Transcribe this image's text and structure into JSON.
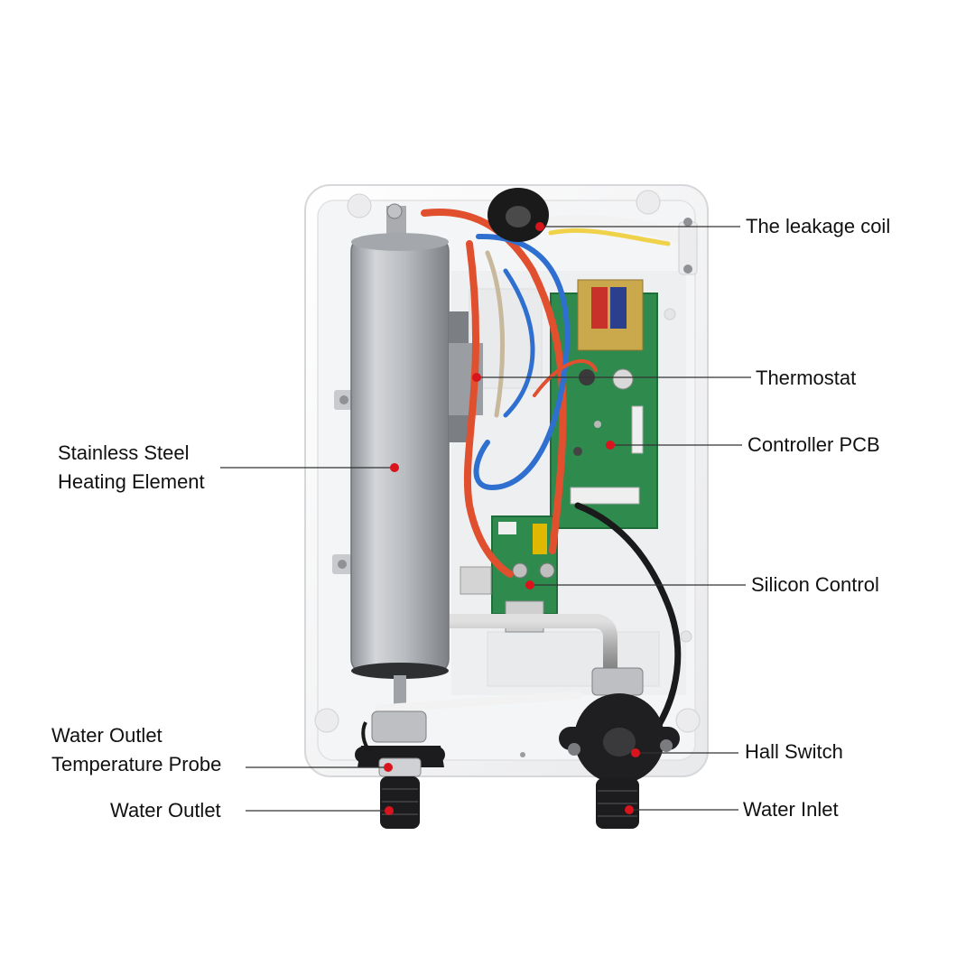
{
  "colors": {
    "background": "#ffffff",
    "leader_line": "#333333",
    "marker_dot": "#d9141c",
    "housing": "#f3f3f4",
    "pcb": "#2f8a4e",
    "heating_tube": "#c4c7cb",
    "wire_red": "#e0502e",
    "wire_blue": "#2f6fd0",
    "fitting": "#1c1c1e"
  },
  "labels": {
    "leakage_coil": "The leakage coil",
    "thermostat": "Thermostat",
    "controller_pcb": "Controller PCB",
    "heating_element_line1": "Stainless Steel",
    "heating_element_line2": "Heating Element",
    "silicon_control": "Silicon Control",
    "temp_probe_line1": "Water Outlet",
    "temp_probe_line2": "Temperature Probe",
    "hall_switch": "Hall Switch",
    "water_outlet": "Water Outlet",
    "water_inlet": "Water Inlet"
  }
}
